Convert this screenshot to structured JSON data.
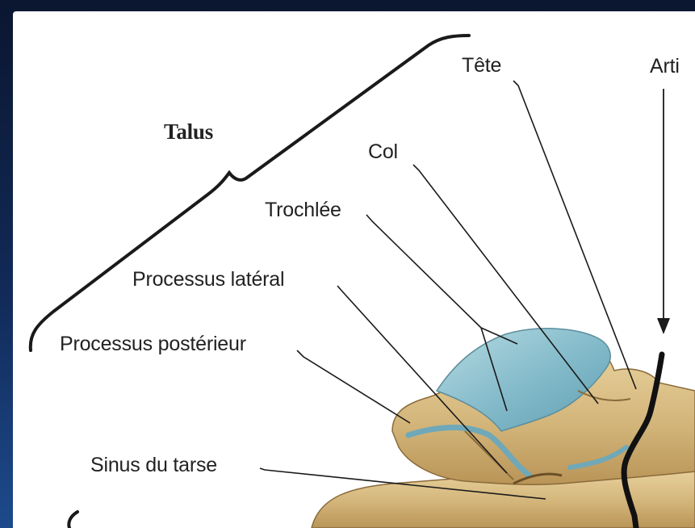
{
  "diagram": {
    "group_label": "Talus",
    "labels": {
      "tete": "Tête",
      "col": "Col",
      "trochlee": "Trochlée",
      "processus_lateral": "Processus latéral",
      "processus_posterieur": "Processus postérieur",
      "sinus_du_tarse": "Sinus du tarse",
      "articulation_cut": "Arti"
    },
    "colors": {
      "bone": "#d9c089",
      "cartilage": "#8fc3cf",
      "leader_line": "#1a1a1a",
      "background_frame": "#112a57"
    }
  }
}
